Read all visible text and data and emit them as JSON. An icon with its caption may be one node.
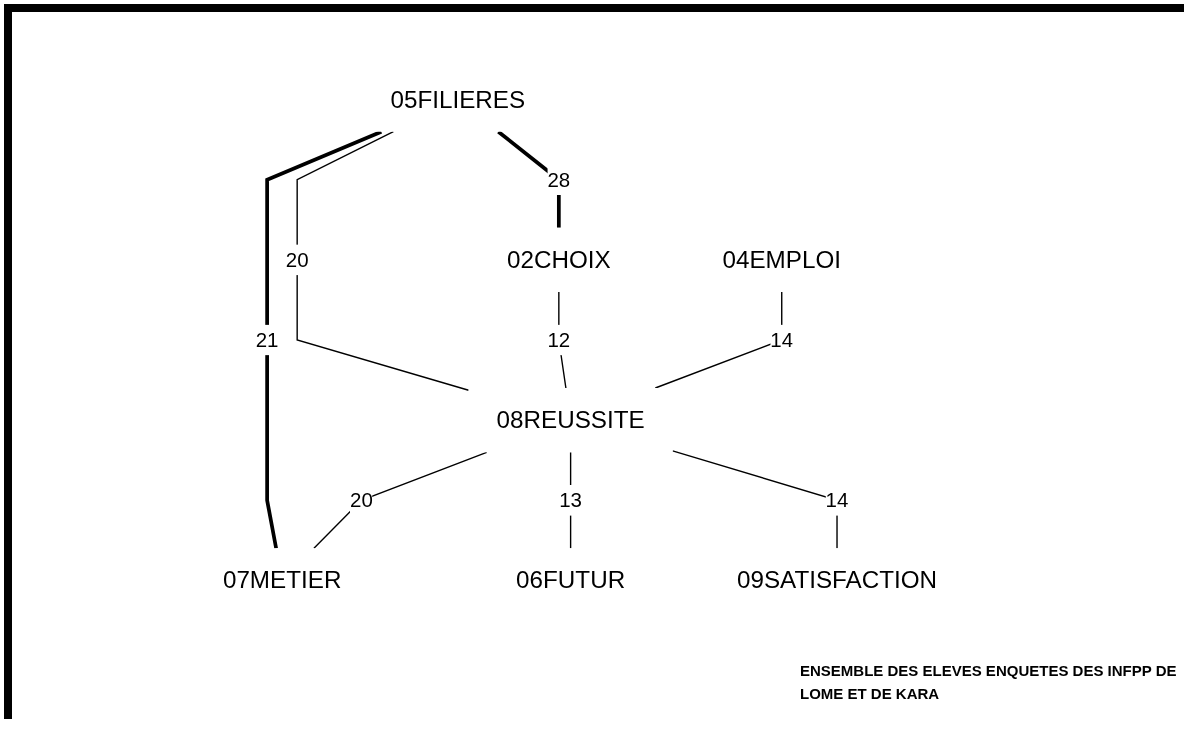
{
  "diagram": {
    "caption": "ENSEMBLE DES ELEVES ENQUETES DES INFPP DE LOME ET DE KARA",
    "nodes": [
      {
        "text": [
          "05FILIERES"
        ]
      },
      {
        "text": [
          "02CHOIX"
        ]
      },
      {
        "text": [
          "04EMPLOI"
        ]
      },
      {
        "text": [
          "08REUSSITE"
        ]
      },
      {
        "text": [
          "07METIER"
        ]
      },
      {
        "text": [
          "09SATISFACTION"
        ]
      },
      {
        "text": [
          "06FUTUR"
        ]
      }
    ],
    "edges": [
      {
        "from": 0,
        "to": 1,
        "arrow": "none",
        "label": "28",
        "style": "thick"
      },
      {
        "from": 0,
        "to": 4,
        "arrow": "none",
        "label": "21",
        "style": "thick"
      },
      {
        "from": 0,
        "to": 3,
        "arrow": "none",
        "label": "20"
      },
      {
        "from": 1,
        "to": 3,
        "arrow": "none",
        "label": "12"
      },
      {
        "from": 2,
        "to": 3,
        "arrow": "none",
        "label": "14"
      },
      {
        "from": 3,
        "to": 4,
        "arrow": "none",
        "label": "20"
      },
      {
        "from": 3,
        "to": 6,
        "arrow": "none",
        "label": "13"
      },
      {
        "from": 3,
        "to": 5,
        "arrow": "none",
        "label": "14"
      }
    ]
  }
}
